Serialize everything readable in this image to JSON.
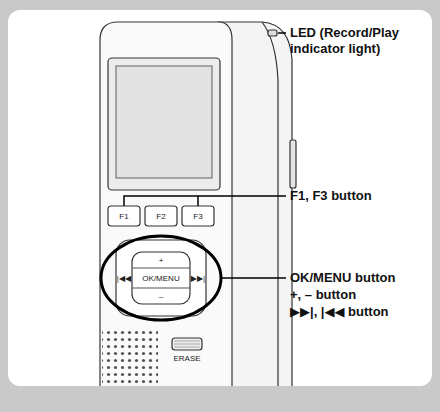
{
  "diagram": {
    "labels": [
      "LED (Record/Play indicator light)",
      "F1, F3 button",
      "OK/MENU button",
      "+, – button",
      "▶▶|, |◀◀ button",
      "F1",
      "F2",
      "F3",
      "+",
      "OK/MENU",
      "–",
      "|◀◀",
      "▶▶|",
      "ERASE"
    ]
  }
}
